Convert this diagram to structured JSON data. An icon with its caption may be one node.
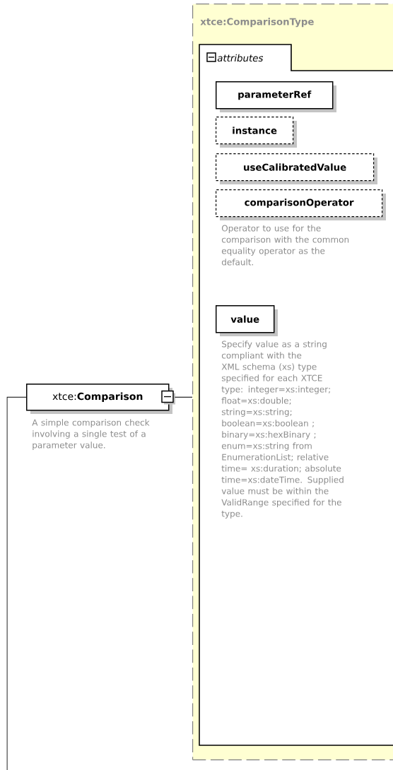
{
  "diagram": {
    "nodes": [
      {
        "text": [
          "xtce:ComparisonType"
        ]
      },
      {
        "text": [
          "attributes"
        ],
        "in": 0
      },
      {
        "text": [
          "parameterRef"
        ],
        "in": 1
      },
      {
        "text": [
          "instance"
        ],
        "in": 1
      },
      {
        "text": [
          "useCalibratedValue"
        ],
        "in": 1
      },
      {
        "text": [
          "comparisonOperator"
        ],
        "in": 1,
        "beside": [
          "Operator to use for the comparison with the common equality operator as the default."
        ]
      },
      {
        "text": [
          "value"
        ],
        "in": 1,
        "beside": [
          "Specify value as a string compliant with the XML schema (xs) type specified for each XTCE type: integer=xs:integer; float=xs:double; string=xs:string; boolean=xs:boolean ; binary=xs:hexBinary ; enum=xs:string from EnumerationList; relative time= xs:duration; absolute time=xs:dateTime. Supplied value must be within the ValidRange specified for the type."
        ]
      },
      {
        "text": [
          "xtce:**Comparison**"
        ],
        "beside": [
          "A simple comparison check involving a single test of a parameter value."
        ]
      }
    ],
    "edges": [
      {
        "from": null,
        "to": 7,
        "arrow": "none"
      },
      {
        "from": 7,
        "to": 0,
        "arrow": "none"
      }
    ]
  }
}
